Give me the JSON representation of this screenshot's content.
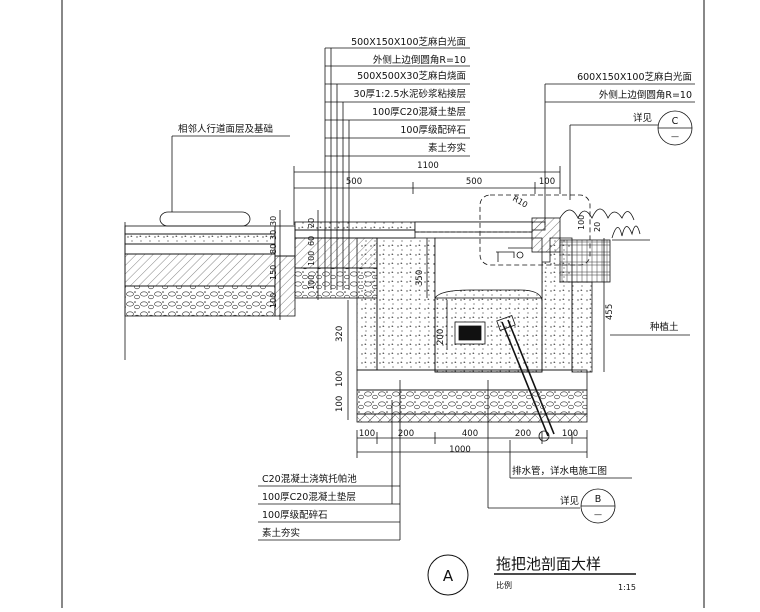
{
  "title": {
    "text": "拖把池剖面大样",
    "scale_label": "比例",
    "scale_value": "1:15",
    "marker": "A"
  },
  "top_notes": [
    "500X150X100芝麻白光面",
    "外侧上边倒圆角R=10",
    "500X500X30芝麻白烧面",
    "30厚1:2.5水泥砂浆粘接层",
    "100厚C20混凝土垫层",
    "100厚级配碎石",
    "素土夯实"
  ],
  "right_notes": [
    "600X150X100芝麻白光面",
    "外侧上边倒圆角R=10"
  ],
  "bottom_notes": [
    "C20混凝土浇筑托帕池",
    "100厚C20混凝土垫层",
    "100厚级配碎石",
    "素土夯实"
  ],
  "side_notes": {
    "adjacent": "相邻人行道面层及基础",
    "planting": "种植土",
    "drain": "排水管，详水电施工图",
    "see_c": "详见",
    "see_c_marker": "C",
    "see_b": "详见",
    "see_b_marker": "B"
  },
  "dims_top": {
    "total": "1100",
    "a": "500",
    "b": "500",
    "c": "100",
    "r10": "R10"
  },
  "dims_bottom": {
    "total": "1000",
    "a": "100",
    "b": "200",
    "c": "400",
    "d": "200",
    "e": "100"
  },
  "dims_left": [
    "30",
    "30",
    "80",
    "150",
    "100"
  ],
  "dims_left2": [
    "20",
    "60",
    "100",
    "100",
    "320",
    "100",
    "100"
  ],
  "dims_inner": {
    "h350": "350",
    "h200": "200",
    "h455": "455",
    "v20": "20",
    "v100": "100"
  }
}
